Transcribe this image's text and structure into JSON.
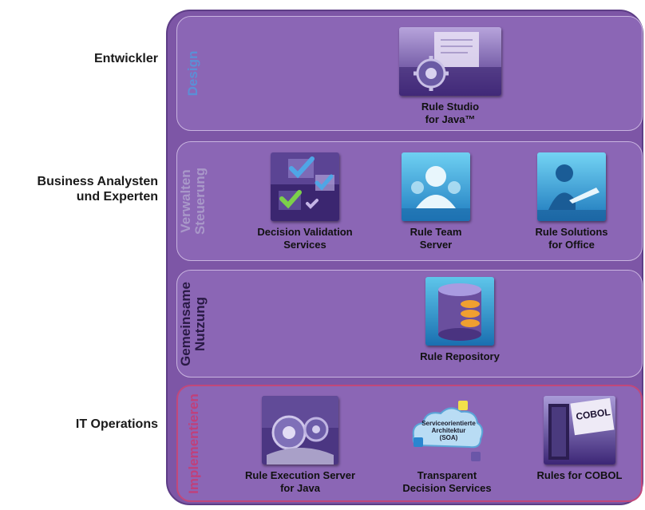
{
  "roles": {
    "developer": [
      "Entwickler"
    ],
    "business": [
      "Business Analysten",
      "und Experten"
    ],
    "it": [
      "IT Operations"
    ]
  },
  "layers": {
    "design": {
      "label": [
        "Design"
      ],
      "color": "#5b8fd6"
    },
    "manage": {
      "label": [
        "Verwalten",
        "Steuerung"
      ],
      "color": "#a998c9"
    },
    "shared": {
      "label": [
        "Gemeinsame",
        "Nutzung"
      ],
      "color": "#2a1a46"
    },
    "implement": {
      "label": [
        "Implementieren"
      ],
      "color": "#c0407a"
    }
  },
  "tools": {
    "rule_studio": {
      "label": [
        "Rule Studio",
        "for Java™"
      ],
      "icon": "gear-document-icon"
    },
    "dvs": {
      "label": [
        "Decision Validation",
        "Services"
      ],
      "icon": "checkmarks-icon"
    },
    "rts": {
      "label": [
        "Rule Team",
        "Server"
      ],
      "icon": "team-icon"
    },
    "rso": {
      "label": [
        "Rule Solutions",
        "for Office"
      ],
      "icon": "person-laptop-icon"
    },
    "repository": {
      "label": [
        "Rule Repository"
      ],
      "icon": "database-icon"
    },
    "res": {
      "label": [
        "Rule Execution Server",
        "for Java"
      ],
      "icon": "gears-icon"
    },
    "tds": {
      "label": [
        "Transparent",
        "Decision Services"
      ],
      "icon": "soa-cloud-icon",
      "icon_text": [
        "Serviceorientierte",
        "Architektur",
        "(SOA)"
      ]
    },
    "cobol": {
      "label": [
        "Rules for COBOL"
      ],
      "icon": "cobol-server-icon",
      "icon_text": "COBOL"
    }
  }
}
